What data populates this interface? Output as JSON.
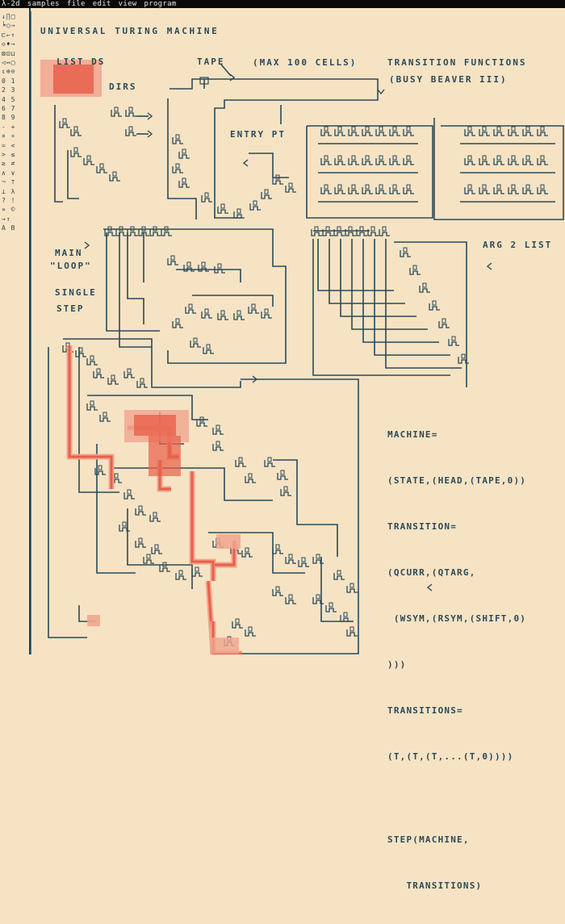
{
  "menubar": {
    "app": "λ-2d",
    "items": [
      "samples",
      "file",
      "edit",
      "view",
      "program"
    ]
  },
  "palette": {
    "rows": [
      "↓∏□",
      "╘○→",
      "⊏←↑",
      "◇♦→",
      "⊠⊡⊔",
      "◁↔▢",
      "⇕⊕⊖",
      "0 1",
      "2 3",
      "4 5",
      "6 7",
      "8 9",
      "- +",
      "× ÷",
      "= <",
      "> ≤",
      "≥ ≠",
      "∧ ∨",
      "¬ ⊤",
      "⊥ λ",
      "? !",
      "¤ ©",
      "→↑",
      "A B"
    ]
  },
  "labels": {
    "title": "UNIVERSAL TURING MACHINE",
    "list_ds": "LIST DS",
    "dirs": "DIRS",
    "tape": "TAPE",
    "tape_note": "(MAX 100 CELLS)",
    "transition_functions": "TRANSITION FUNCTIONS",
    "busy_beaver": "(BUSY BEAVER III)",
    "entry_pt": "ENTRY PT",
    "main": "MAIN",
    "loop": "\"LOOP\"",
    "arg2": "ARG 2 LIST",
    "single": "SINGLE",
    "step": "STEP"
  },
  "notes": {
    "lines": [
      "MACHINE=",
      "(STATE,(HEAD,(TAPE,0))",
      "TRANSITION=",
      "(QCURR,(QTARG,",
      " (WSYM,(RSYM,(SHIFT,0)",
      ")))",
      "TRANSITIONS=",
      "(T,(T,(T,...(T,0))))",
      "",
      "STEP(MACHINE,",
      "   TRANSITIONS)"
    ]
  },
  "colors": {
    "background": "#f6e3c4",
    "wire": "#2a4a58",
    "highlight": "#e8604a",
    "highlight_soft": "#f1a58f",
    "menubar": "#0a0a0a"
  }
}
